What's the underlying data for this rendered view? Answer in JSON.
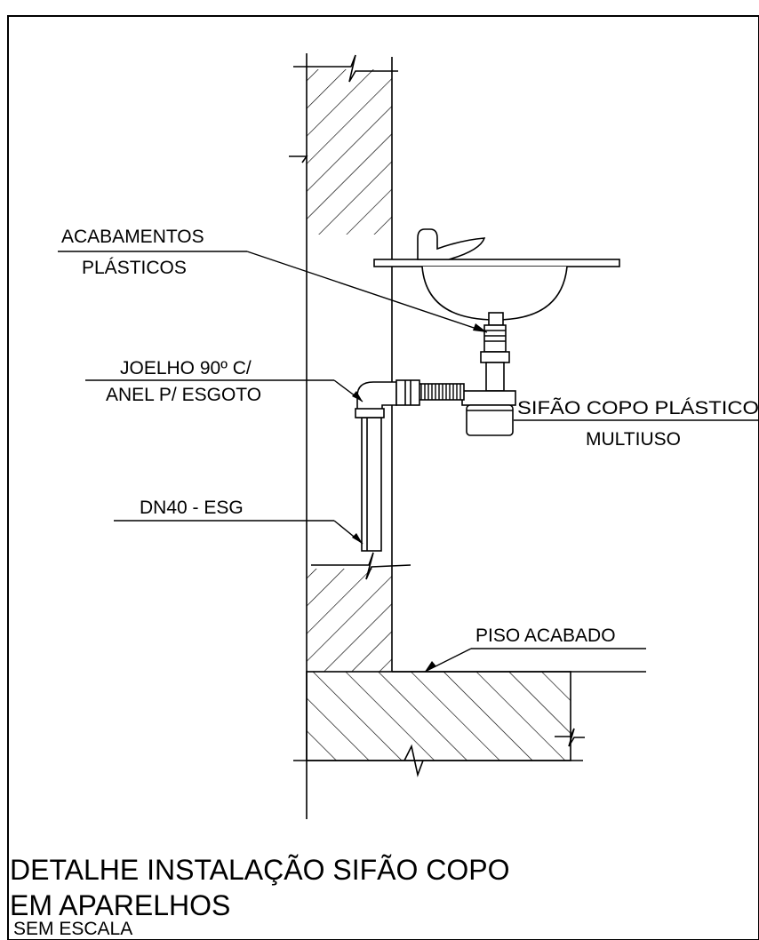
{
  "labels": {
    "acabamentos_line1": "ACABAMENTOS",
    "acabamentos_line2": "PLÁSTICOS",
    "joelho_line1": "JOELHO 90º C/",
    "joelho_line2": "ANEL P/ ESGOTO",
    "sifao_line1": "SIFÃO COPO PLÁSTICO",
    "sifao_line2": "MULTIUSO",
    "dn40": "DN40 - ESG",
    "piso": "PISO ACABADO"
  },
  "title": {
    "line1": "DETALHE INSTALAÇÃO SIFÃO COPO",
    "line2": "EM APARELHOS",
    "scale": "SEM ESCALA"
  },
  "colors": {
    "ink": "#000000",
    "background": "#ffffff"
  }
}
